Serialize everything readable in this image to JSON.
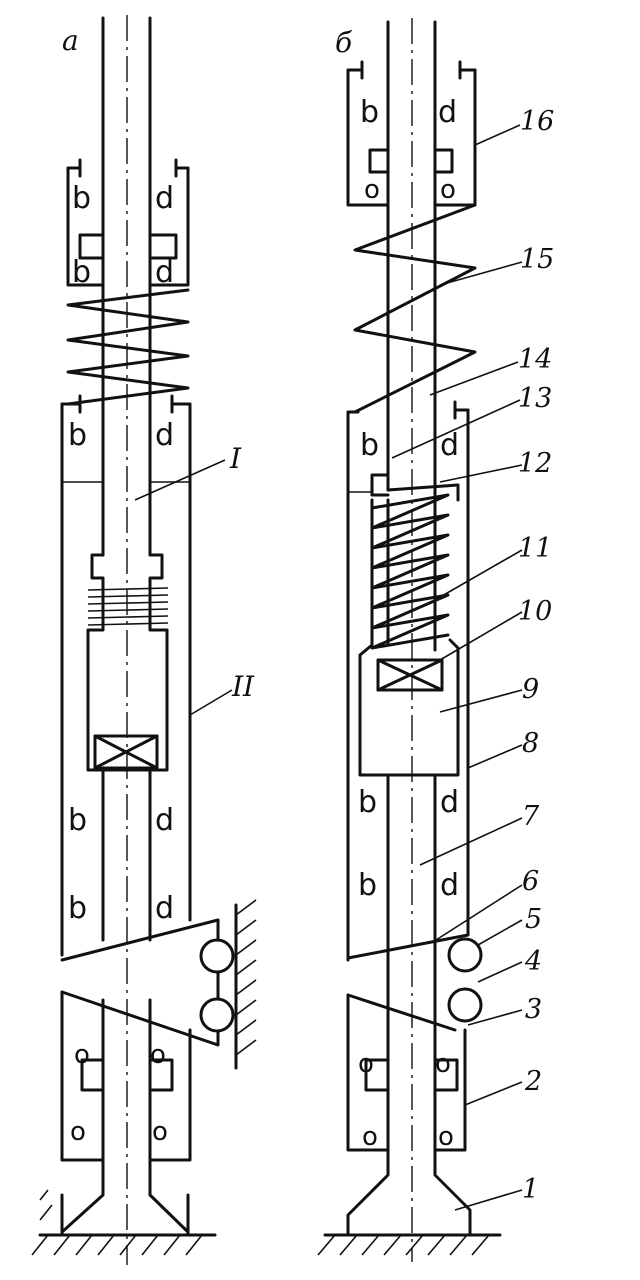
{
  "labels": {
    "a": "a",
    "b": "б",
    "roman_1": "I",
    "roman_2": "II"
  },
  "bearing_letters": {
    "b": "b",
    "d": "d",
    "o": "o"
  },
  "callouts": [
    "1",
    "2",
    "3",
    "4",
    "5",
    "6",
    "7",
    "8",
    "9",
    "10",
    "11",
    "12",
    "13",
    "14",
    "15",
    "16"
  ]
}
